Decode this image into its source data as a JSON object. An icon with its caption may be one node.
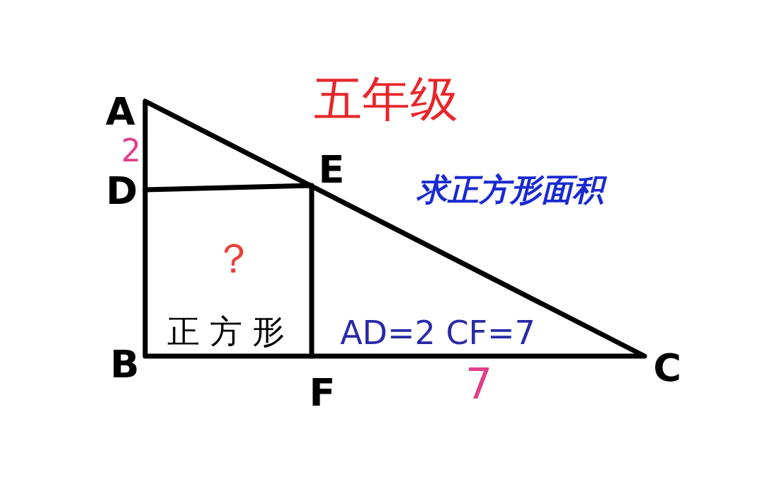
{
  "diagram": {
    "title": "五年级",
    "labels": [
      "A",
      "2",
      "E",
      "D",
      "求正方形面积",
      "？",
      "正方形",
      "AD=2 CF=7",
      "B",
      "C",
      "F",
      "7"
    ]
  }
}
